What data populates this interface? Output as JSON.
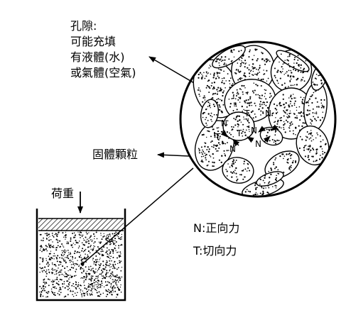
{
  "labels": {
    "pore": [
      "孔隙:",
      "可能充填",
      "有液體(水)",
      "或氣體(空氣)"
    ],
    "solid": "固體顆粒",
    "load": "荷重"
  },
  "legend": {
    "normal": "N:正向力",
    "tangential": "T:切向力"
  },
  "marks": {
    "n": "N",
    "t": "T"
  },
  "colors": {
    "ink": "#000000",
    "background": "#ffffff"
  }
}
